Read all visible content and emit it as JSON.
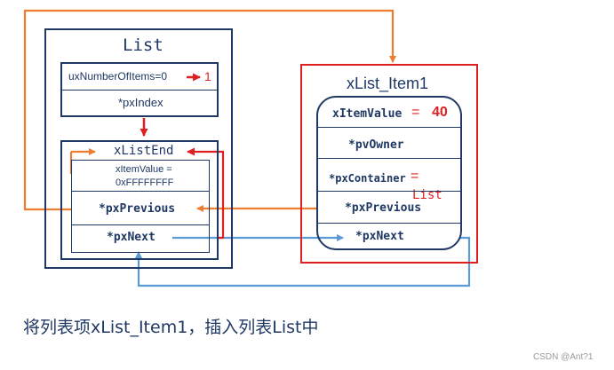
{
  "list": {
    "title": "List",
    "ux_number_label": "uxNumberOfItems=0",
    "ux_number_new_value": "1",
    "px_index": "*pxIndex",
    "list_end": {
      "title": "xListEnd",
      "item_value_line1": "xItemValue =",
      "item_value_line2": "0xFFFFFFFF",
      "px_previous": "*pxPrevious",
      "px_next": "*pxNext"
    }
  },
  "list_item": {
    "title": "xList_Item1",
    "item_value_label": "xItemValue",
    "item_value_equals": "=",
    "item_value": "40",
    "pv_owner": "*pvOwner",
    "px_container_label": "*pxContainer",
    "px_container_equals": "=",
    "px_container_value": "List",
    "px_previous": "*pxPrevious",
    "px_next": "*pxNext"
  },
  "caption": "将列表项xList_Item1，插入列表List中",
  "watermark": "CSDN @Ant?1",
  "colors": {
    "navy": "#1f3864",
    "red": "#e02020",
    "orange": "#ed7d31",
    "blue": "#5b9bd5"
  }
}
